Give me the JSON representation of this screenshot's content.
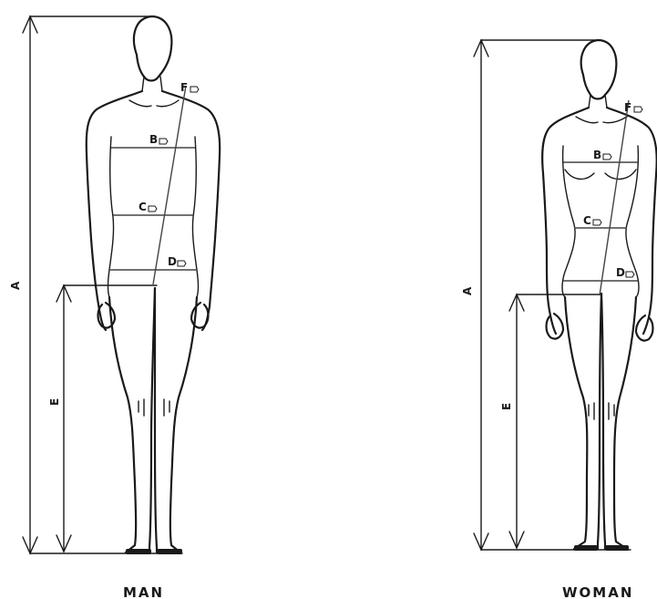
{
  "figures": [
    {
      "id": "man",
      "caption": "MAN",
      "labels": {
        "a": "A",
        "b": "B",
        "c": "C",
        "d": "D",
        "e": "E",
        "f": "F"
      }
    },
    {
      "id": "woman",
      "caption": "WOMAN",
      "labels": {
        "a": "A",
        "b": "B",
        "c": "C",
        "d": "D",
        "e": "E",
        "f": "F"
      }
    }
  ],
  "colors": {
    "line": "#1a1a1a",
    "measure_line": "#444444",
    "background": "#ffffff"
  }
}
